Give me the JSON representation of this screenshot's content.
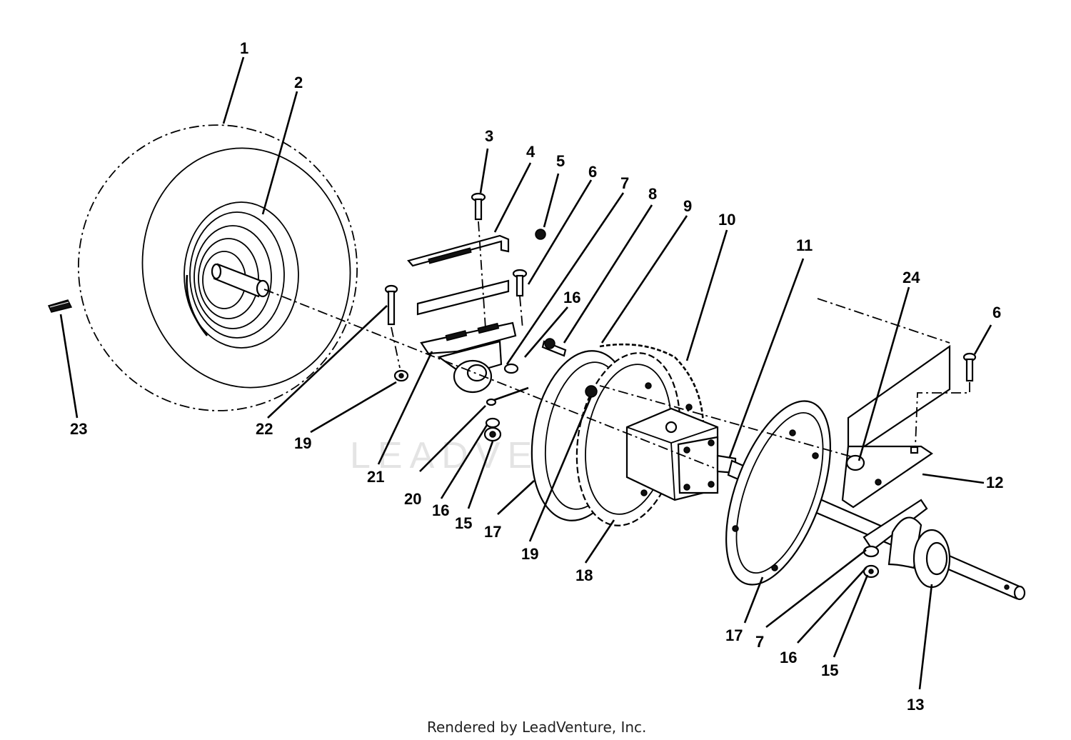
{
  "diagram": {
    "callouts": {
      "c1": "1",
      "c2": "2",
      "c3": "3",
      "c4": "4",
      "c5": "5",
      "c6a": "6",
      "c7a": "7",
      "c8": "8",
      "c9": "9",
      "c10": "10",
      "c11": "11",
      "c16a": "16",
      "c24": "24",
      "c6b": "6",
      "c23": "23",
      "c22": "22",
      "c19a": "19",
      "c21": "21",
      "c20": "20",
      "c16b": "16",
      "c15a": "15",
      "c17a": "17",
      "c19b": "19",
      "c18": "18",
      "c12": "12",
      "c17b": "17",
      "c7b": "7",
      "c16c": "16",
      "c15b": "15",
      "c13": "13"
    },
    "watermark": "LEADVENTURE",
    "footer": "Rendered by LeadVenture, Inc."
  }
}
